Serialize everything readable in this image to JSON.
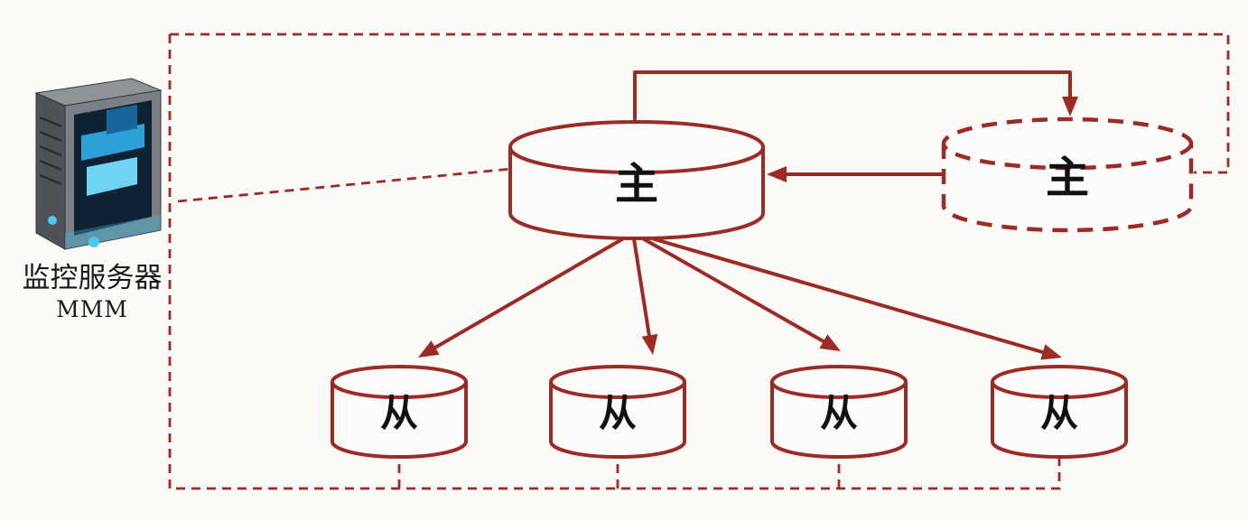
{
  "colors": {
    "accent": "#9c2b26",
    "background": "#fbfaf7",
    "node_fill": "#fdfcfa"
  },
  "monitor_server": {
    "label": "监控服务器",
    "sublabel": "MMM"
  },
  "masters": {
    "active": {
      "label": "主",
      "style": "solid"
    },
    "standby": {
      "label": "主",
      "style": "dashed"
    }
  },
  "slaves": [
    {
      "label": "从"
    },
    {
      "label": "从"
    },
    {
      "label": "从"
    },
    {
      "label": "从"
    }
  ]
}
